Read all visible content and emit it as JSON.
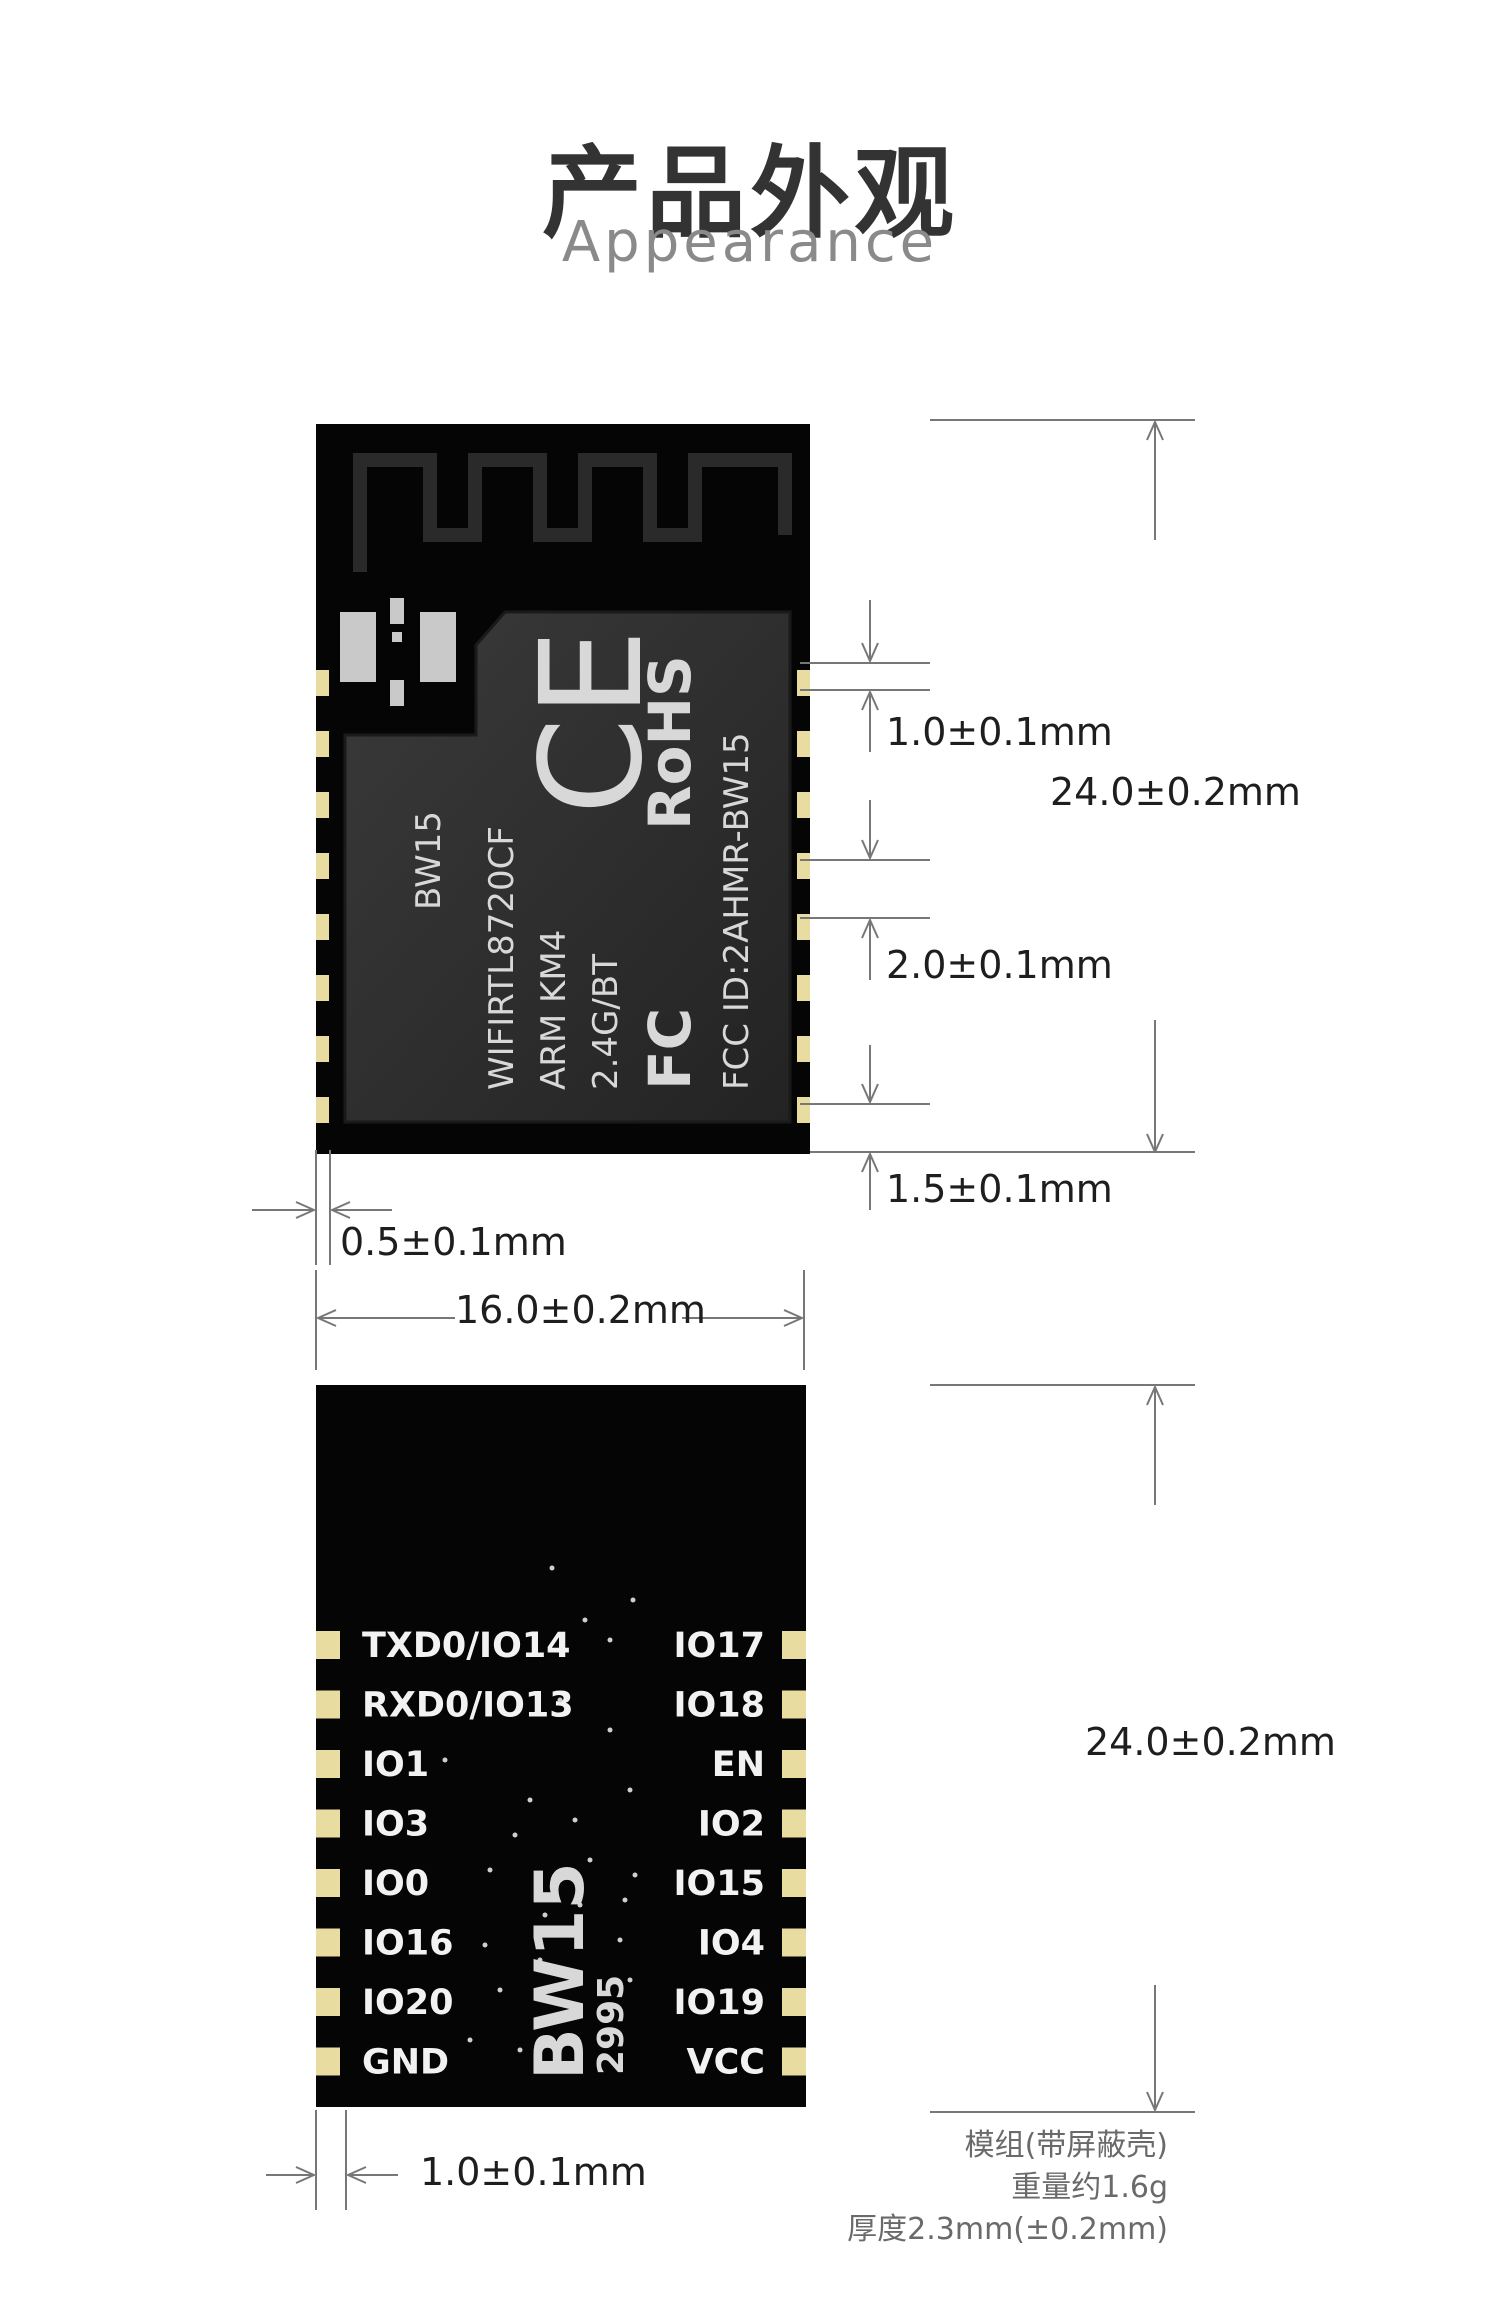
{
  "header": {
    "title_zh": "产品外观",
    "title_en": "Appearance"
  },
  "top_view": {
    "shield_lines": [
      "BW15",
      "WIFIRTL8720CF",
      "ARM KM4",
      "2.4G/BT"
    ],
    "fcc_id": "FCC ID:2AHMR-BW15",
    "ce_mark": "CE",
    "rohs_mark": "RoHS",
    "fcc_logo": "FC",
    "dimensions": {
      "pin_offset": "1.0±0.1mm",
      "height": "24.0±0.2mm",
      "pin_pitch": "2.0±0.1mm",
      "bottom_margin": "1.5±0.1mm",
      "pin_width": "0.5±0.1mm",
      "width": "16.0±0.2mm"
    }
  },
  "bottom_view": {
    "left_pins": [
      "TXD0/IO14",
      "RXD0/IO13",
      "IO1",
      "IO3",
      "IO0",
      "IO16",
      "IO20",
      "GND"
    ],
    "right_pins": [
      "IO17",
      "IO18",
      "EN",
      "IO2",
      "IO15",
      "IO4",
      "IO19",
      "VCC"
    ],
    "model_text": "BW15",
    "code_text": "2995",
    "dimensions": {
      "height": "24.0±0.2mm",
      "pad_width": "1.0±0.1mm"
    },
    "notes": [
      "模组(带屏蔽壳)",
      "重量约1.6g",
      "厚度2.3mm(±0.2mm)"
    ]
  },
  "colors": {
    "board": "#050505",
    "shield": "#2c2c2c",
    "pad": "#e8dca0",
    "dim_line": "#777777"
  }
}
